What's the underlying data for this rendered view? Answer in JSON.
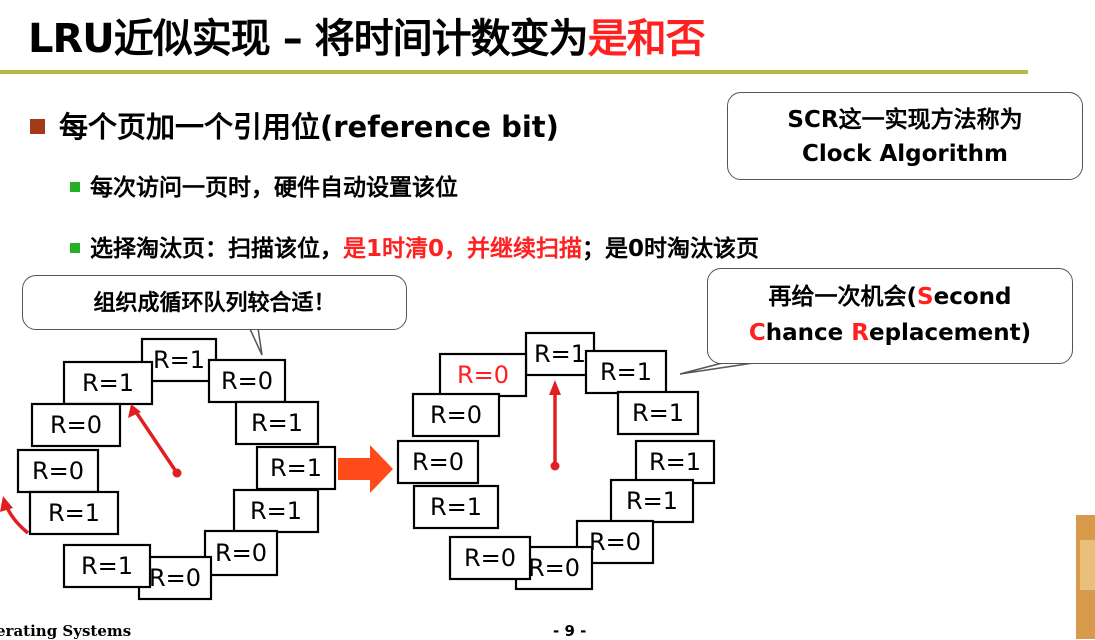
{
  "slide": {
    "title_main": "LRU近似实现 – 将时间计数变为",
    "title_highlight": "是和否",
    "bullet1": "每个页加一个引用位(reference bit)",
    "sub1": "每次访问一页时，硬件自动设置该位",
    "sub2_a": "选择淘汰页：扫描该位，",
    "sub2_b": "是1时清0，并继续扫描",
    "sub2_c": "；是0时淘汰该页",
    "callout_scr_line1": "SCR这一实现方法称为",
    "callout_scr_line2": "Clock Algorithm",
    "callout_org": "组织成循环队列较合适！",
    "callout_chance_1": "再给一次机会(",
    "callout_chance_S": "S",
    "callout_chance_2": "econd",
    "callout_chance_C": "C",
    "callout_chance_3": "hance ",
    "callout_chance_R": "R",
    "callout_chance_4": "eplacement)",
    "footer_left": "erating Systems",
    "footer_page": "- 9 -"
  },
  "left_clock": [
    "R=1",
    "R=1",
    "R=0",
    "R=1",
    "R=1",
    "R=1",
    "R=0",
    "R=0",
    "R=1",
    "R=0",
    "R=0",
    "R=1"
  ],
  "right_clock": [
    "R=1",
    "R=1",
    "R=0",
    "R=1",
    "R=1",
    "R=1",
    "R=0",
    "R=0",
    "R=1",
    "R=0",
    "R=0",
    "R=0"
  ],
  "colors": {
    "highlight": "#ff2020",
    "title_rule": "#b8b84a",
    "bullet_main": "#a33a16",
    "bullet_sub": "#27b027"
  }
}
